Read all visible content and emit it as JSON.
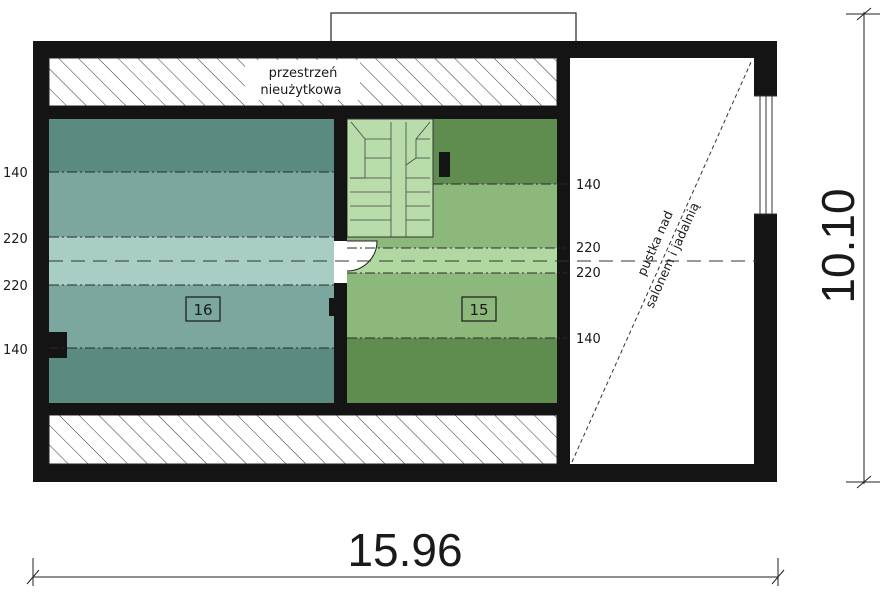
{
  "labels": {
    "unused_space_line1": "przestrzeń",
    "unused_space_line2": "nieużytkowa",
    "void_line1": "pustka nad",
    "void_line2": "salonem i jadalnią"
  },
  "rooms": [
    {
      "number": "16",
      "color": "#7ba79f"
    },
    {
      "number": "15",
      "color": "#8db87b"
    }
  ],
  "heights_left": [
    "140",
    "220",
    "220",
    "140"
  ],
  "heights_right": [
    "140",
    "220",
    "220",
    "140"
  ],
  "dimensions": {
    "width": "15.96",
    "depth": "10.10"
  },
  "colors": {
    "wall": "#141414",
    "room16_dark": "#5b8a80",
    "room16_light": "#7ba79f",
    "room15_dark": "#5f8c4f",
    "room15_light": "#8db87b",
    "stair": "#b9dcab",
    "corridor_light": "#d2ece4"
  }
}
